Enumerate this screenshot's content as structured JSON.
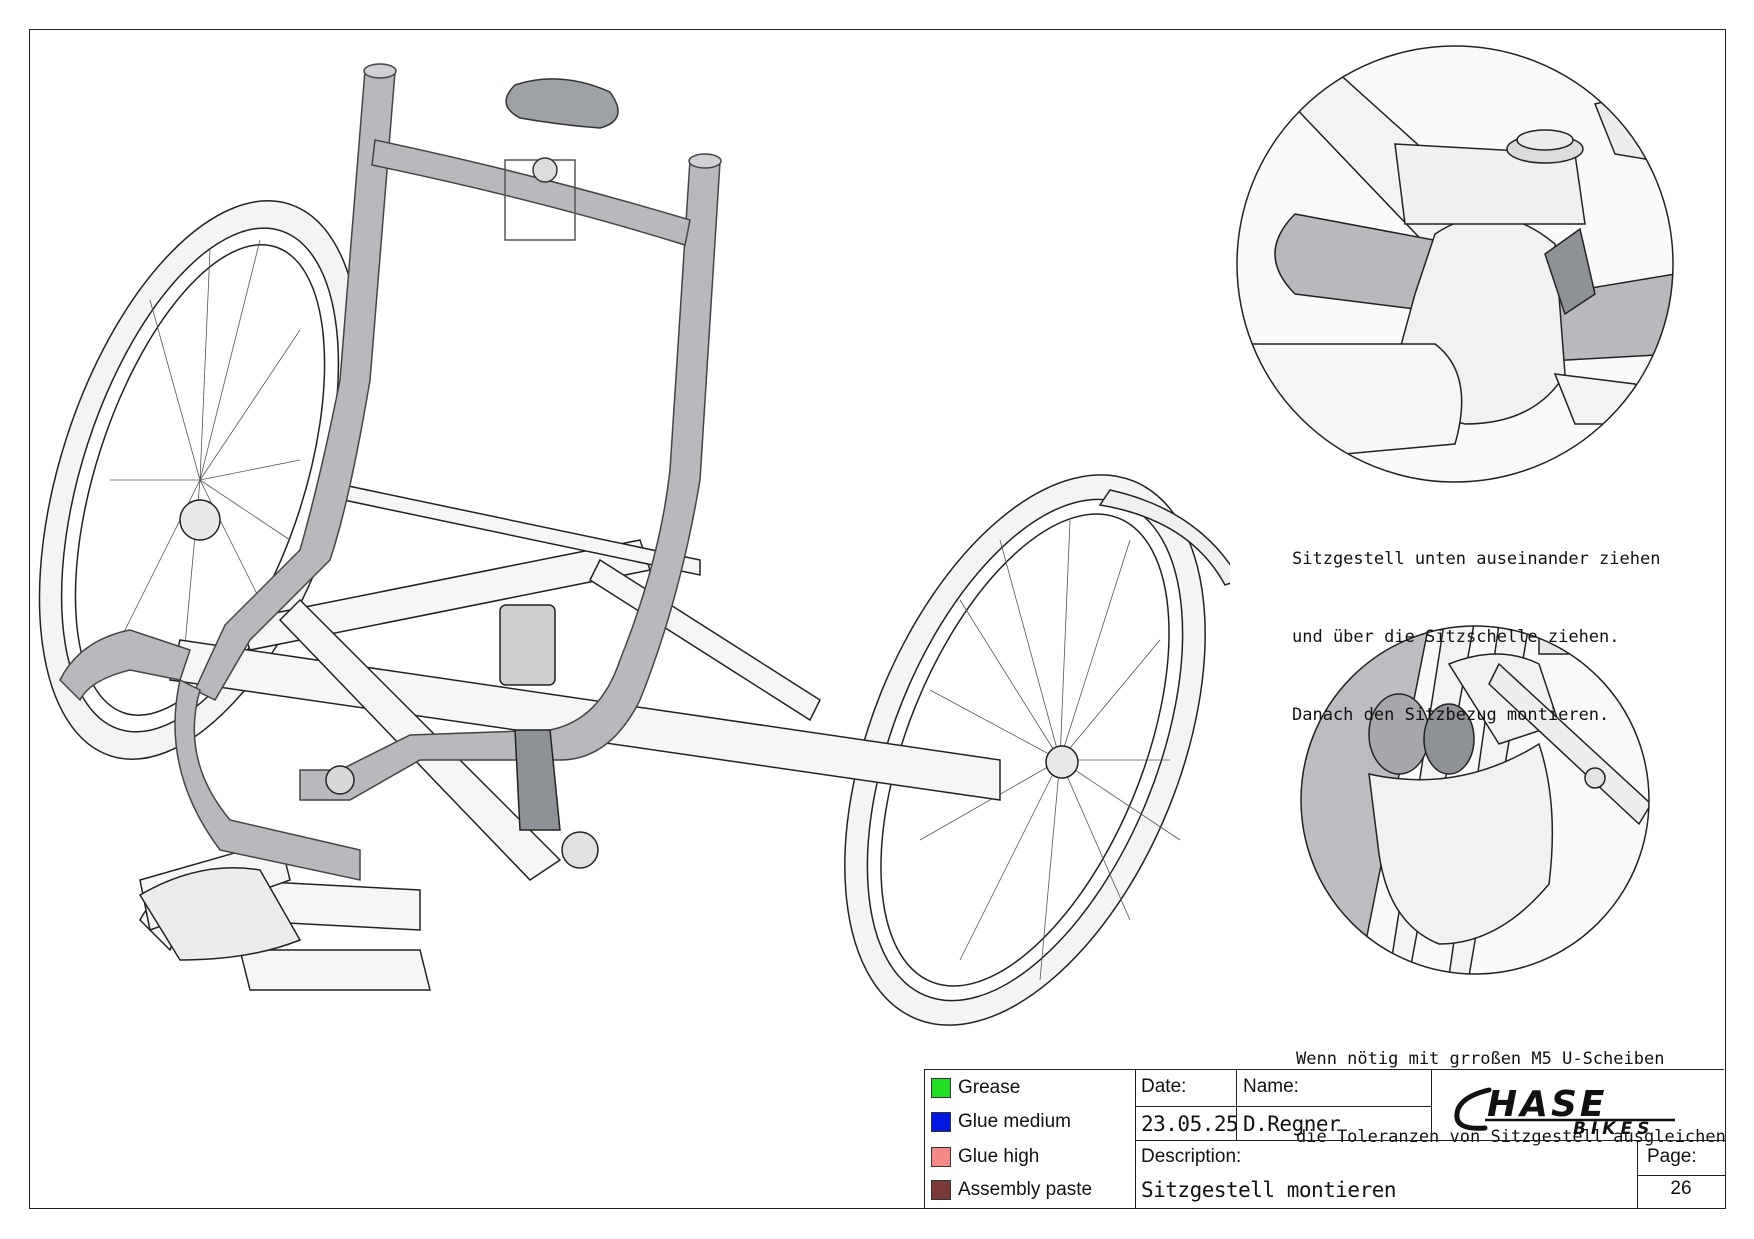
{
  "notes": {
    "top": [
      "Sitzgestell unten auseinander ziehen",
      "und über die Sitzschelle ziehen.",
      "Danach den Sitzbezug montieren."
    ],
    "bottom": [
      "Wenn nötig mit grroßen M5 U-Scheiben",
      "die Toleranzen von Sitzgestell ausgleichen"
    ]
  },
  "legend": [
    {
      "label": "Grease",
      "color": "#22dd22"
    },
    {
      "label": "Glue medium",
      "color": "#0018e0"
    },
    {
      "label": "Glue high",
      "color": "#f48a88"
    },
    {
      "label": "Assembly paste",
      "color": "#7a3a36"
    }
  ],
  "title_block": {
    "date_label": "Date:",
    "date_value": "23.05.25",
    "name_label": "Name:",
    "name_value": "D.Regner",
    "description_label": "Description:",
    "description_value": "Sitzgestell montieren",
    "page_label": "Page:",
    "page_value": "26",
    "logo_text": "HASE",
    "logo_subtext": "BIKES"
  }
}
